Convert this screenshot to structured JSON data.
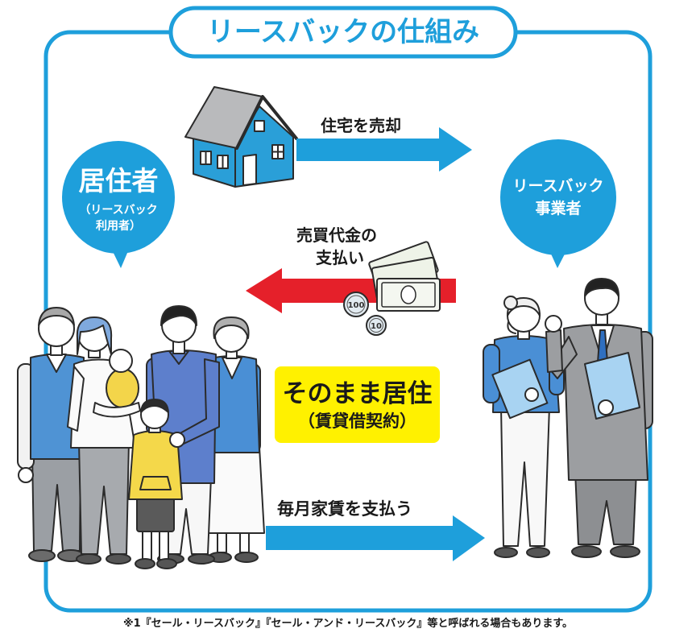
{
  "title": "リースバックの仕組み",
  "resident": {
    "name": "居住者",
    "note_line1": "（リースバック",
    "note_line2": "利用者）"
  },
  "operator": {
    "line1": "リースバック",
    "line2": "事業者"
  },
  "flows": {
    "sell_house": "住宅を売却",
    "purchase_payment_line1": "売買代金の",
    "purchase_payment_line2": "支払い",
    "monthly_rent": "毎月家賃を支払う"
  },
  "stay_box": {
    "main": "そのまま居住",
    "sub": "（賃貸借契約）"
  },
  "coins": {
    "large": "100",
    "small": "10"
  },
  "footnote": "※1『セール・リースバック』『セール・アンド・リースバック』等と呼ばれる場合もあります。",
  "colors": {
    "brand_blue": "#1e9fdb",
    "payment_red": "#e5202a",
    "highlight_yellow": "#fff100"
  }
}
